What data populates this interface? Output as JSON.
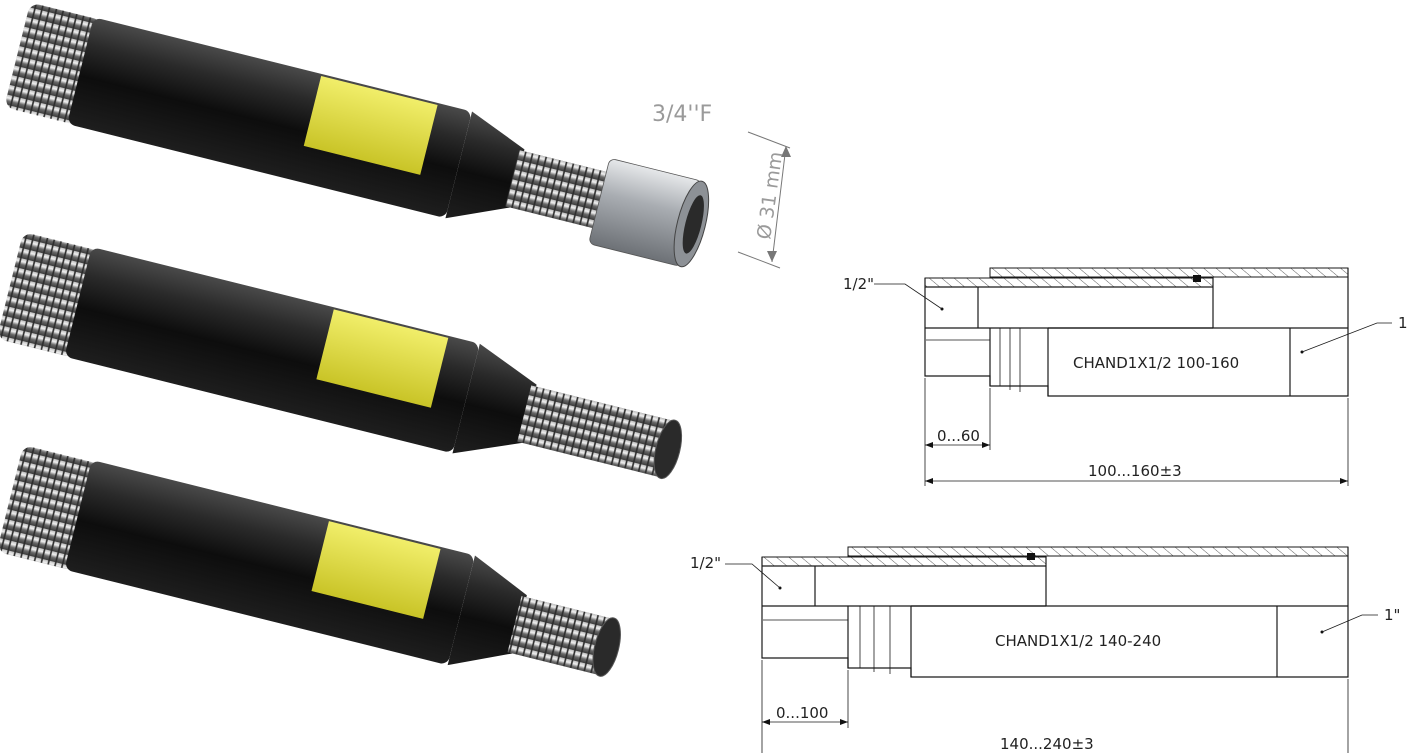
{
  "photo_labels": {
    "thread_size": "3/4''F",
    "diameter": "Ø 31 mm"
  },
  "drawing_1": {
    "left_label": "1/2\"",
    "right_label": "1",
    "part_code": "CHAND1X1/2 100-160",
    "dim_short": "0...60",
    "dim_total": "100...160±3"
  },
  "drawing_2": {
    "left_label": "1/2\"",
    "right_label": "1\"",
    "part_code": "CHAND1X1/2 140-240",
    "dim_short": "0...100",
    "dim_total": "140...240±3"
  },
  "colors": {
    "tube_body": "#141414",
    "label": "#e4e23a",
    "nut": "#b9bcc0",
    "line": "#1a1a1a"
  }
}
